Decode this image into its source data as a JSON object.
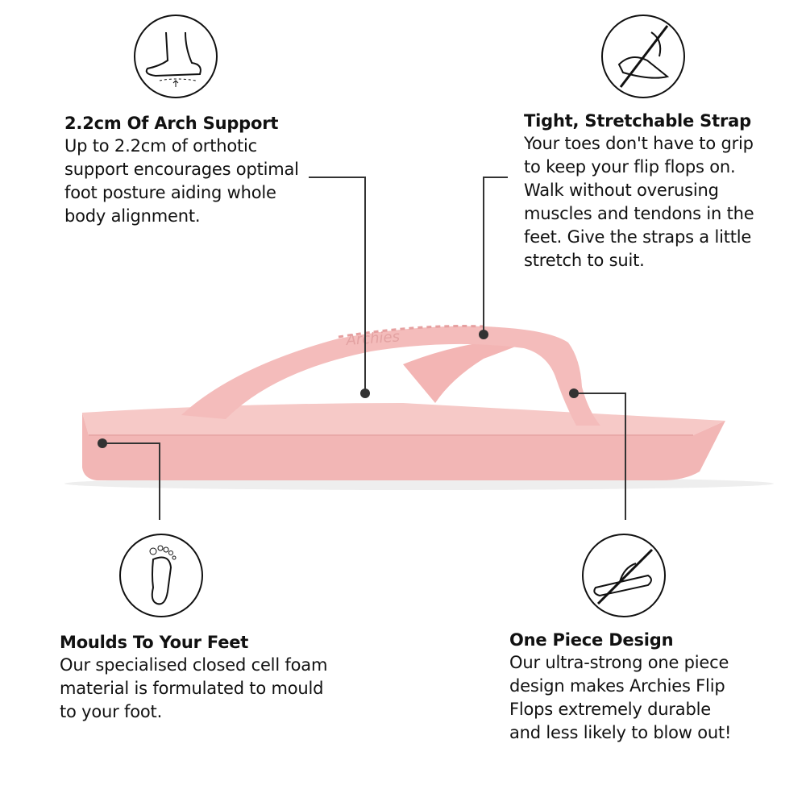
{
  "features": [
    {
      "title": "2.2cm Of Arch Support",
      "body": "Up to 2.2cm of orthotic support encourages optimal foot posture aiding whole body alignment.",
      "icon": "foot-arch-icon"
    },
    {
      "title": "Tight, Stretchable Strap",
      "body": "Your toes don't have to grip to keep your flip flops on. Walk without overusing muscles and tendons in the feet. Give the straps a little stretch to suit.",
      "icon": "no-toe-grip-icon"
    },
    {
      "title": "Moulds To Your Feet",
      "body": "Our specialised closed cell foam material is formulated to mould to your foot.",
      "icon": "footprint-icon"
    },
    {
      "title": "One Piece Design",
      "body": "Our ultra-strong one piece design makes Archies Flip Flops extremely durable and less likely to blow out!",
      "icon": "no-blowout-icon"
    }
  ],
  "product": {
    "brand_emboss": "Archies",
    "color": "#f2b9b8"
  },
  "colors": {
    "text": "#111111",
    "line": "#333333"
  }
}
